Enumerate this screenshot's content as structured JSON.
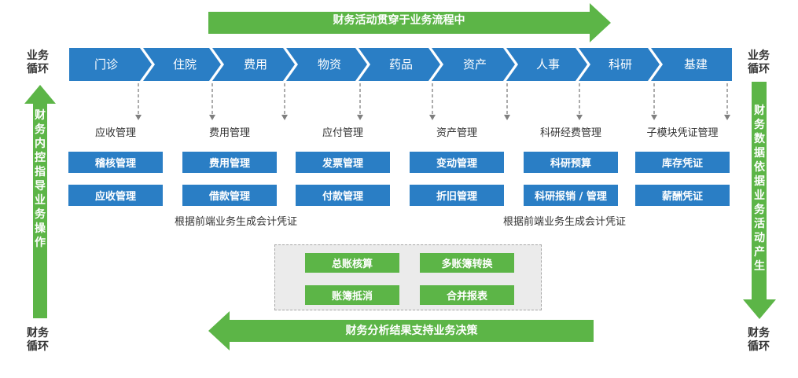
{
  "top_banner": {
    "text": "财务活动贯穿于业务流程中"
  },
  "bottom_banner": {
    "text": "财务分析结果支持业务决策"
  },
  "left_labels": {
    "top": "业务\n循环",
    "bottom": "财务\n循环"
  },
  "right_labels": {
    "top": "业务\n循环",
    "bottom": "财务\n循环"
  },
  "left_arrow_text": "财务内控指导业务操作",
  "right_arrow_text": "财务数据依据业务活动产生",
  "process_steps": [
    "门诊",
    "住院",
    "费用",
    "物资",
    "药品",
    "资产",
    "人事",
    "科研",
    "基建"
  ],
  "modules": [
    {
      "title": "应收管理",
      "items": [
        "稽核管理",
        "应收管理"
      ]
    },
    {
      "title": "费用管理",
      "items": [
        "费用管理",
        "借款管理"
      ]
    },
    {
      "title": "应付管理",
      "items": [
        "发票管理",
        "付款管理"
      ]
    },
    {
      "title": "资产管理",
      "items": [
        "变动管理",
        "折旧管理"
      ]
    },
    {
      "title": "科研经费管理",
      "items": [
        "科研预算",
        "科研报销 / 管理"
      ]
    },
    {
      "title": "子模块凭证管理",
      "items": [
        "库存凭证",
        "薪酬凭证"
      ]
    }
  ],
  "notes": {
    "left": "根据前端业务生成会计凭证",
    "right": "根据前端业务生成会计凭证"
  },
  "center_boxes": [
    "总账核算",
    "多账簿转换",
    "账簿抵消",
    "合并报表"
  ],
  "colors": {
    "blue": "#2a7ec5",
    "green": "#5cb547",
    "gray_box": "#ebebeb"
  }
}
